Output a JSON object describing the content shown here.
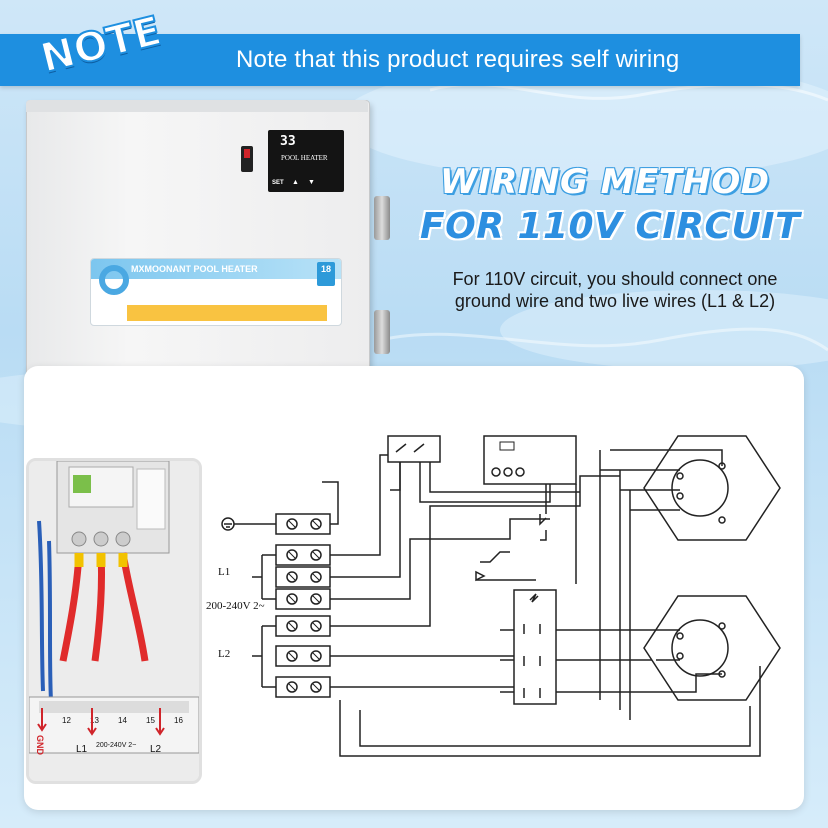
{
  "banner": {
    "tag": "NOTE",
    "text": "Note that this product requires self wiring"
  },
  "heater": {
    "display_value": "33",
    "display_title": "POOL HEATER",
    "display_set": "SET",
    "label_title": "MXMOONANT POOL HEATER",
    "label_badge": "18"
  },
  "heading": {
    "line1": "WIRING METHOD",
    "line2": "FOR 110V CIRCUIT",
    "description": "For 110V circuit, you should connect one ground wire and two live wires (L1 & L2)"
  },
  "diagram": {
    "label_l1": "L1",
    "label_l2": "L2",
    "label_voltage": "200-240V 2~"
  },
  "photo": {
    "terminals": [
      "12",
      "13",
      "14",
      "15",
      "16"
    ],
    "label_gnd": "GND",
    "label_l1": "L1",
    "label_voltage": "200-240V 2~",
    "label_l2": "L2"
  },
  "colors": {
    "banner": "#1e8fe0",
    "heading_blue": "#2d8fe0",
    "accent_red": "#d0242a"
  }
}
